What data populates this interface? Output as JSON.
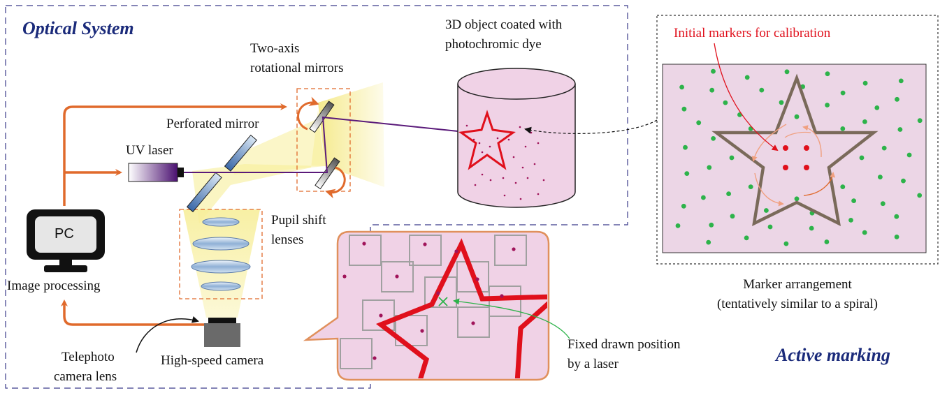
{
  "titles": {
    "optical_system": "Optical System",
    "active_marking": "Active marking"
  },
  "labels": {
    "two_axis": [
      "Two-axis",
      "rotational mirrors"
    ],
    "object": [
      "3D object coated with",
      "photochromic dye"
    ],
    "perforated_mirror": "Perforated mirror",
    "uv_laser": "UV laser",
    "pupil_shift": [
      "Pupil shift",
      "lenses"
    ],
    "pc": "PC",
    "image_processing": "Image processing",
    "telephoto": [
      "Telephoto",
      "camera lens"
    ],
    "high_speed_camera": "High-speed camera",
    "fixed_drawn": [
      "Fixed drawn position",
      "by a laser"
    ],
    "initial_markers": "Initial markers for calibration",
    "marker_arrangement": [
      "Marker arrangement",
      "(tentatively similar to a spiral)"
    ]
  },
  "colors": {
    "title_blue": "#1a2a7a",
    "arrow_orange": "#e06a2c",
    "laser_purple": "#5a1a7a",
    "object_pink": "#f0d2e6",
    "star_red": "#e0101c",
    "marker_green": "#2db34a",
    "star_gray": "#7a6a5a",
    "beam_yellow": "#f7ee9a"
  }
}
